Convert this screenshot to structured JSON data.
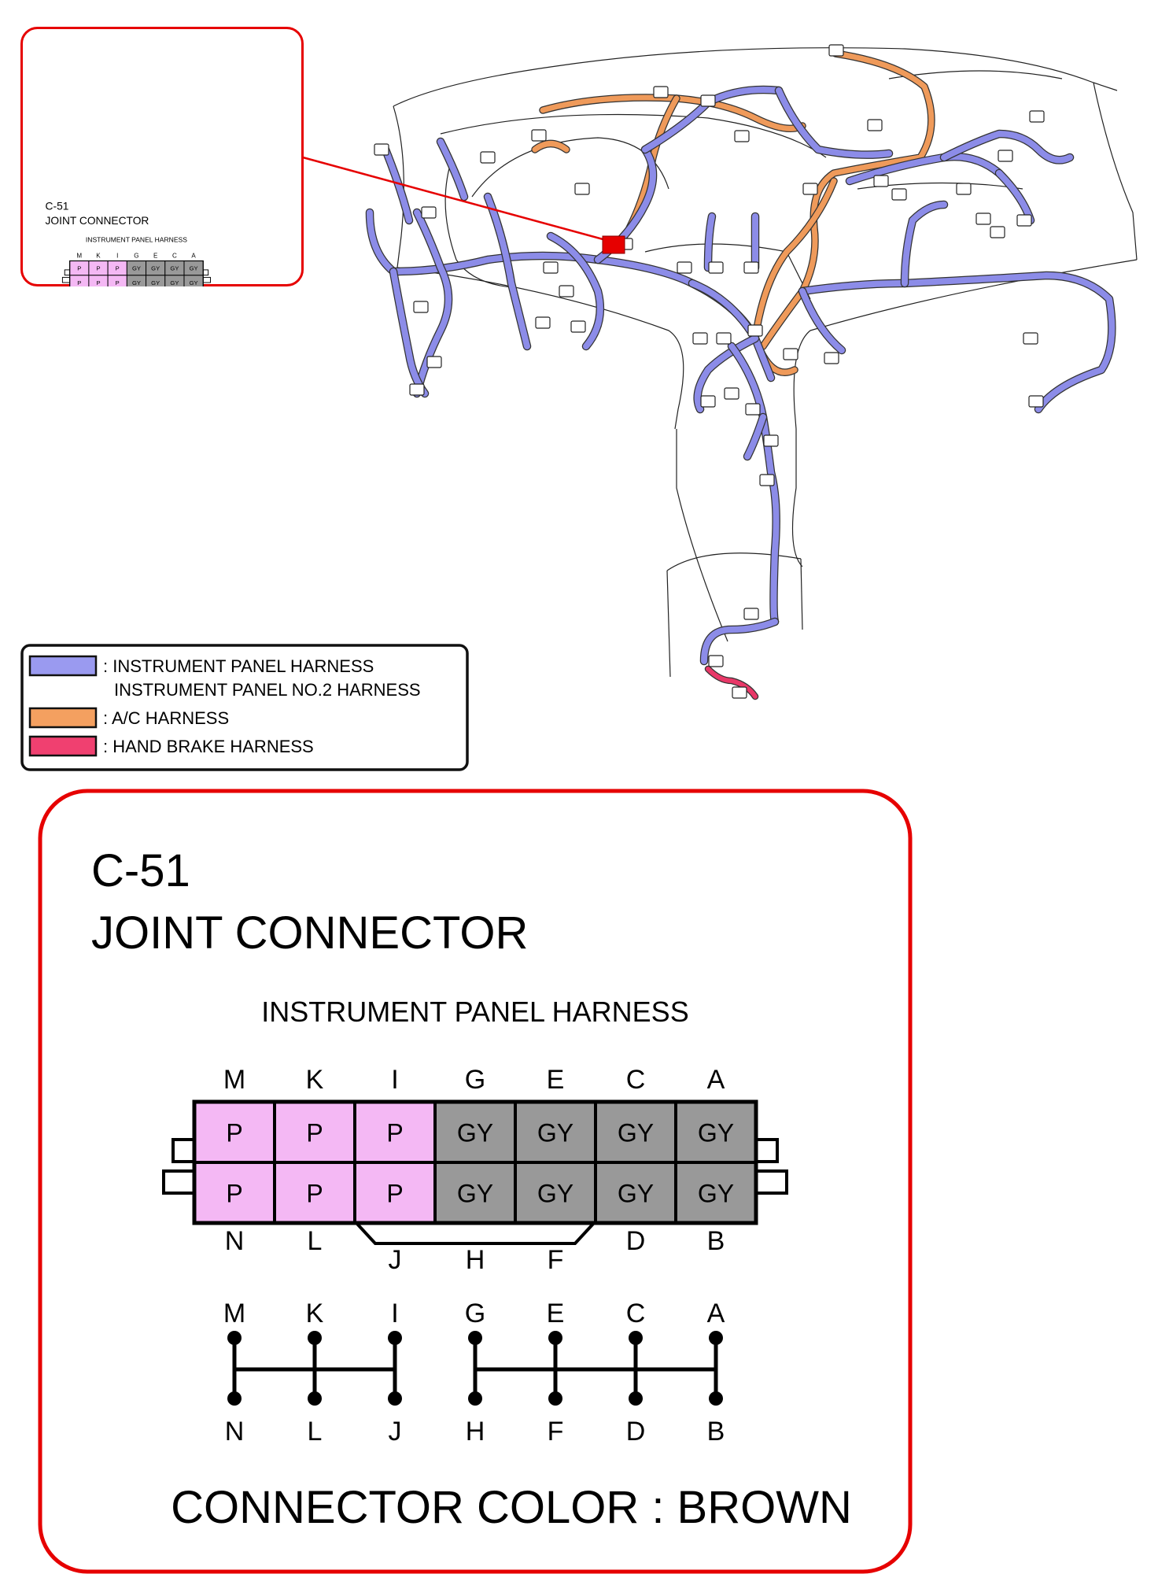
{
  "connector": {
    "code": "C-51",
    "name": "JOINT CONNECTOR",
    "harness": "INSTRUMENT PANEL HARNESS",
    "color_label": "CONNECTOR COLOR : BROWN",
    "top_labels": [
      "M",
      "K",
      "I",
      "G",
      "E",
      "C",
      "A"
    ],
    "bottom_labels": [
      "N",
      "L",
      "",
      "",
      "",
      "D",
      "B"
    ],
    "mid_labels": [
      "J",
      "H",
      "F"
    ],
    "upper_row": [
      "P",
      "P",
      "P",
      "GY",
      "GY",
      "GY",
      "GY"
    ],
    "lower_row": [
      "P",
      "P",
      "P",
      "GY",
      "GY",
      "GY",
      "GY"
    ],
    "schematic_top": [
      "M",
      "K",
      "I",
      "G",
      "E",
      "C",
      "A"
    ],
    "schematic_bottom": [
      "N",
      "L",
      "J",
      "H",
      "F",
      "D",
      "B"
    ],
    "colors": {
      "pink": "#f4b8f4",
      "gray": "#999999",
      "border": "#e60000"
    }
  },
  "legend": {
    "items": [
      {
        "lines": [
          ": INSTRUMENT PANEL HARNESS",
          "INSTRUMENT PANEL NO.2 HARNESS"
        ],
        "color": "#9a9af0"
      },
      {
        "lines": [
          ": A/C HARNESS"
        ],
        "color": "#f4a060"
      },
      {
        "lines": [
          ": HAND BRAKE HARNESS"
        ],
        "color": "#f04070"
      }
    ]
  },
  "harness_colors": {
    "instrument": "#8c8ce8",
    "ac": "#ef9a5a",
    "hand_brake": "#e83868",
    "marker": "#e60000"
  }
}
